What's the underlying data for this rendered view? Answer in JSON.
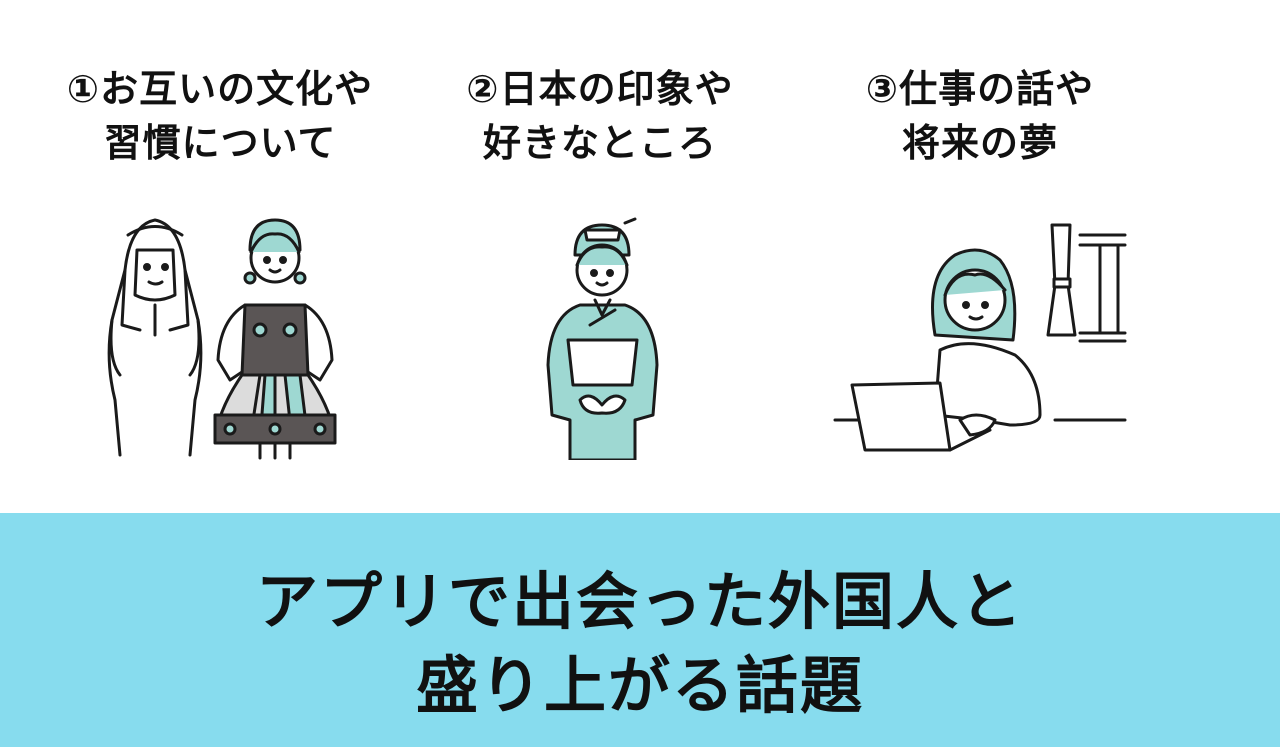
{
  "topics": [
    {
      "number": "①",
      "lines": [
        "①お互いの文化や",
        "習慣について"
      ],
      "illustration": "couple-in-traditional-dress"
    },
    {
      "number": "②",
      "lines": [
        "②日本の印象や",
        "好きなところ"
      ],
      "illustration": "woman-in-kimono"
    },
    {
      "number": "③",
      "lines": [
        "③仕事の話や",
        "将来の夢"
      ],
      "illustration": "woman-working-on-laptop"
    }
  ],
  "banner": {
    "lines": [
      "アプリで出会った外国人と",
      "盛り上がる話題"
    ],
    "background": "#87dcee"
  },
  "colors": {
    "teal": "#9ed8d2",
    "dark": "#5a5555",
    "line": "#1a1a1a"
  }
}
